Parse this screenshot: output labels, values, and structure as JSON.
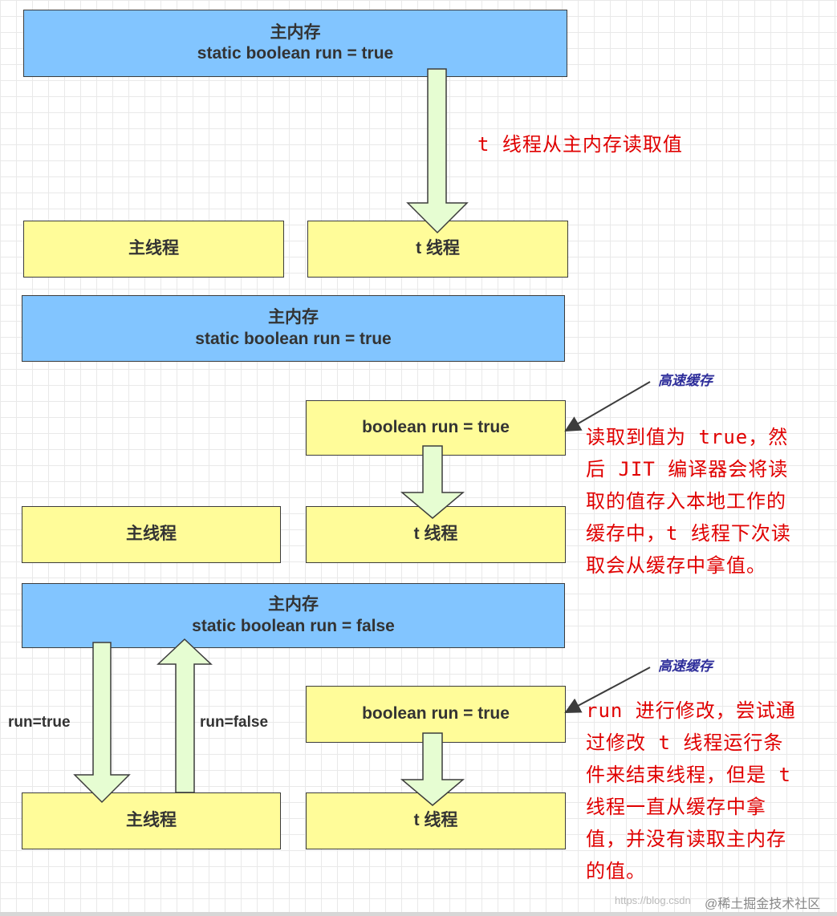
{
  "main_memory": {
    "title": "主内存",
    "value_true": "static boolean run = true",
    "value_false": "static boolean run = false"
  },
  "threads": {
    "main": "主线程",
    "t": "t 线程"
  },
  "cache": {
    "label": "高速缓存",
    "value": "boolean run = true"
  },
  "arrows": {
    "read": "t 线程从主内存读取值",
    "run_true": "run=true",
    "run_false": "run=false"
  },
  "annotations": {
    "panel2": [
      "读取到值为 true，然",
      "后 JIT 编译器会将读",
      "取的值存入本地工作的",
      "缓存中，t 线程下次读",
      "取会从缓存中拿值。"
    ],
    "panel3": [
      "run 进行修改，尝试通",
      "过修改 t 线程运行条",
      "件来结束线程，但是 t",
      "线程一直从缓存中拿",
      "值，并没有读取主内存",
      "的值。"
    ]
  },
  "colors": {
    "main_memory": "#82c5ff",
    "thread_box": "#fffc99",
    "arrow": "#e6fdd2",
    "annotation": "#e00000",
    "cache_label": "#2d2d9a"
  },
  "watermark": {
    "site": "https://blog.csdn",
    "brand": "@稀土掘金技术社区"
  }
}
